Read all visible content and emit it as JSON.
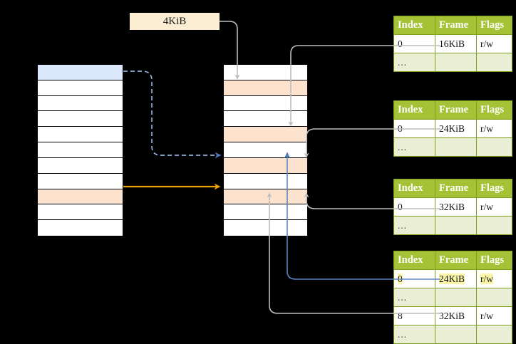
{
  "diagram": {
    "title_chip": {
      "label": "4KiB"
    },
    "colors": {
      "header_green": "#a5c236",
      "row_tint": "#e9eed4",
      "highlight_yellow": "#fbf5a8",
      "blue_cell": "#dbe8fb",
      "orange_cell": "#fde3cd",
      "orange_arrow": "#e8a202",
      "blue_arrow": "#5b84c4",
      "gray_arrow": "#bdbdbd"
    },
    "left_column": {
      "name": "virtual-address-space",
      "row_count": 11,
      "rows": [
        {
          "tint": "blue"
        },
        {
          "tint": "none"
        },
        {
          "tint": "none"
        },
        {
          "tint": "none"
        },
        {
          "tint": "none"
        },
        {
          "tint": "none"
        },
        {
          "tint": "none"
        },
        {
          "tint": "none"
        },
        {
          "tint": "orange"
        },
        {
          "tint": "none"
        },
        {
          "tint": "none"
        }
      ]
    },
    "middle_column": {
      "name": "physical-memory",
      "row_count": 11,
      "rows": [
        {
          "tint": "none"
        },
        {
          "tint": "orange"
        },
        {
          "tint": "none"
        },
        {
          "tint": "none"
        },
        {
          "tint": "orange"
        },
        {
          "tint": "none"
        },
        {
          "tint": "orange"
        },
        {
          "tint": "none"
        },
        {
          "tint": "orange"
        },
        {
          "tint": "none"
        },
        {
          "tint": "none"
        }
      ]
    },
    "tables": [
      {
        "name": "page-table-level-1",
        "headers": [
          "Index",
          "Frame",
          "Flags"
        ],
        "rows": [
          {
            "cells": [
              "0",
              "16KiB",
              "r/w"
            ],
            "style": "normal",
            "highlight": false
          },
          {
            "cells": [
              "...",
              "",
              ""
            ],
            "style": "dots",
            "highlight": false
          }
        ]
      },
      {
        "name": "page-table-level-2",
        "headers": [
          "Index",
          "Frame",
          "Flags"
        ],
        "rows": [
          {
            "cells": [
              "0",
              "24KiB",
              "r/w"
            ],
            "style": "normal",
            "highlight": false
          },
          {
            "cells": [
              "...",
              "",
              ""
            ],
            "style": "dots",
            "highlight": false
          }
        ]
      },
      {
        "name": "page-table-level-3",
        "headers": [
          "Index",
          "Frame",
          "Flags"
        ],
        "rows": [
          {
            "cells": [
              "0",
              "32KiB",
              "r/w"
            ],
            "style": "normal",
            "highlight": false
          },
          {
            "cells": [
              "...",
              "",
              ""
            ],
            "style": "dots",
            "highlight": false
          }
        ]
      },
      {
        "name": "page-table-level-4",
        "headers": [
          "Index",
          "Frame",
          "Flags"
        ],
        "rows": [
          {
            "cells": [
              "0",
              "24KiB",
              "r/w"
            ],
            "style": "normal",
            "highlight": true
          },
          {
            "cells": [
              "...",
              "",
              ""
            ],
            "style": "dots",
            "highlight": false
          },
          {
            "cells": [
              "8",
              "32KiB",
              "r/w"
            ],
            "style": "normal",
            "highlight": false
          },
          {
            "cells": [
              "...",
              "",
              ""
            ],
            "style": "dots",
            "highlight": false
          }
        ]
      }
    ]
  }
}
